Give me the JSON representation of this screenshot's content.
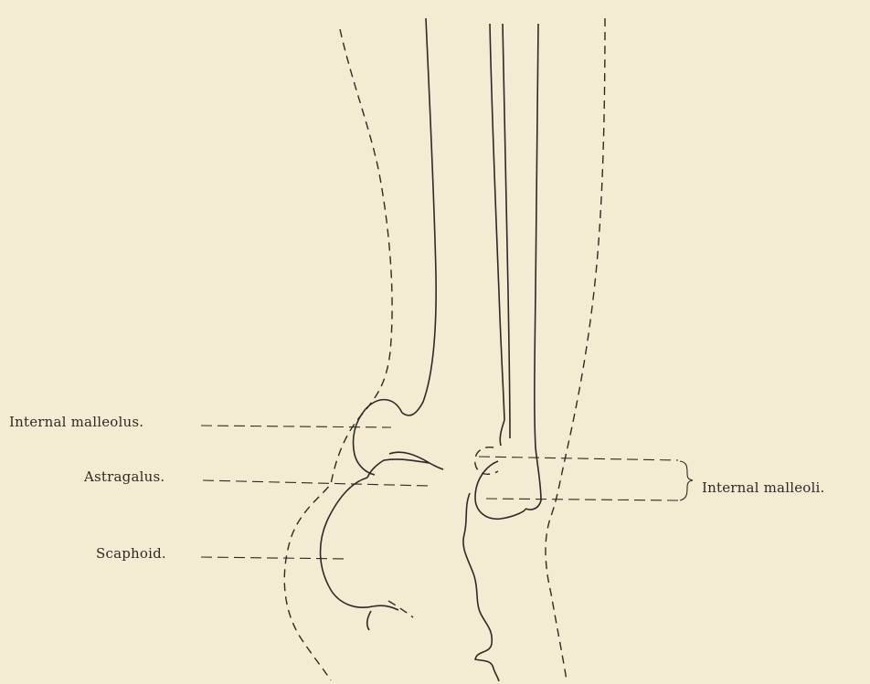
{
  "labels": {
    "internal_malleolus": "Internal malleolus.",
    "astragalus": "Astragalus.",
    "scaphoid": "Scaphoid.",
    "internal_malleoli": "Internal malleoli."
  },
  "colors": {
    "paper": "#f4ecd2",
    "ink": "#2b2a26"
  }
}
